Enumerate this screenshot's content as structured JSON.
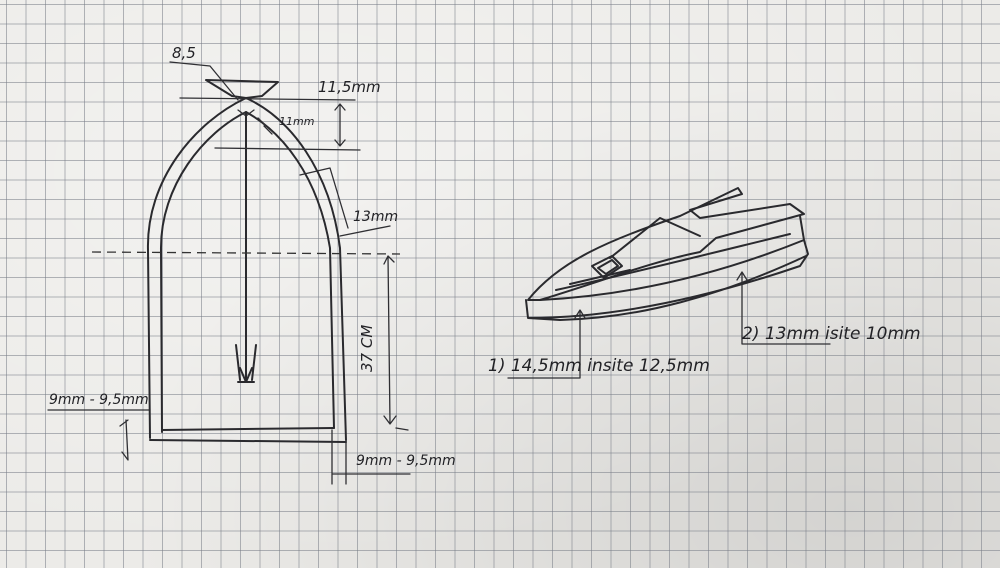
{
  "labels": {
    "tip_angle": "8,5",
    "top_height": "11,5mm",
    "inner_thickness": "11mm",
    "side_width": "13mm",
    "length": "37 CM",
    "left_base": "9mm - 9,5mm",
    "right_base": "9mm - 9,5mm",
    "callout_1": "1) 14,5mm  insite 12,5mm",
    "callout_2": "2) 13mm  isite 10mm"
  },
  "colors": {
    "paper": "#ecebe8",
    "grid": "#7d828c",
    "ink": "#2a2a2e"
  }
}
